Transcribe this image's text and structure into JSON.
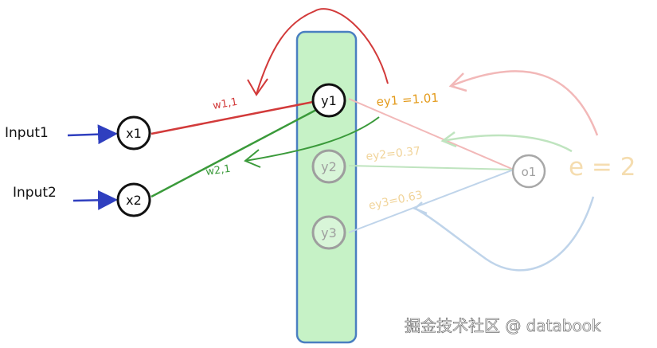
{
  "inputs": {
    "input1": "Input1",
    "input2": "Input2"
  },
  "nodes": {
    "x1": "x1",
    "x2": "x2",
    "y1": "y1",
    "y2": "y2",
    "y3": "y3",
    "o1": "o1"
  },
  "weights": {
    "w11": "w1,1",
    "w21": "w2,1"
  },
  "errors": {
    "ey1": "ey1 =1.01",
    "ey2": "ey2=0.37",
    "ey3": "ey3=0.63",
    "e": "e = 2"
  },
  "watermark": "掘金技术社区 @ databook",
  "colors": {
    "red": "#d23a3a",
    "green": "#3a9a3a",
    "blue": "#2f3fbf",
    "orange": "#e39a1a",
    "layer_fill": "#c6f2c6",
    "layer_border": "#4a7fc1"
  }
}
